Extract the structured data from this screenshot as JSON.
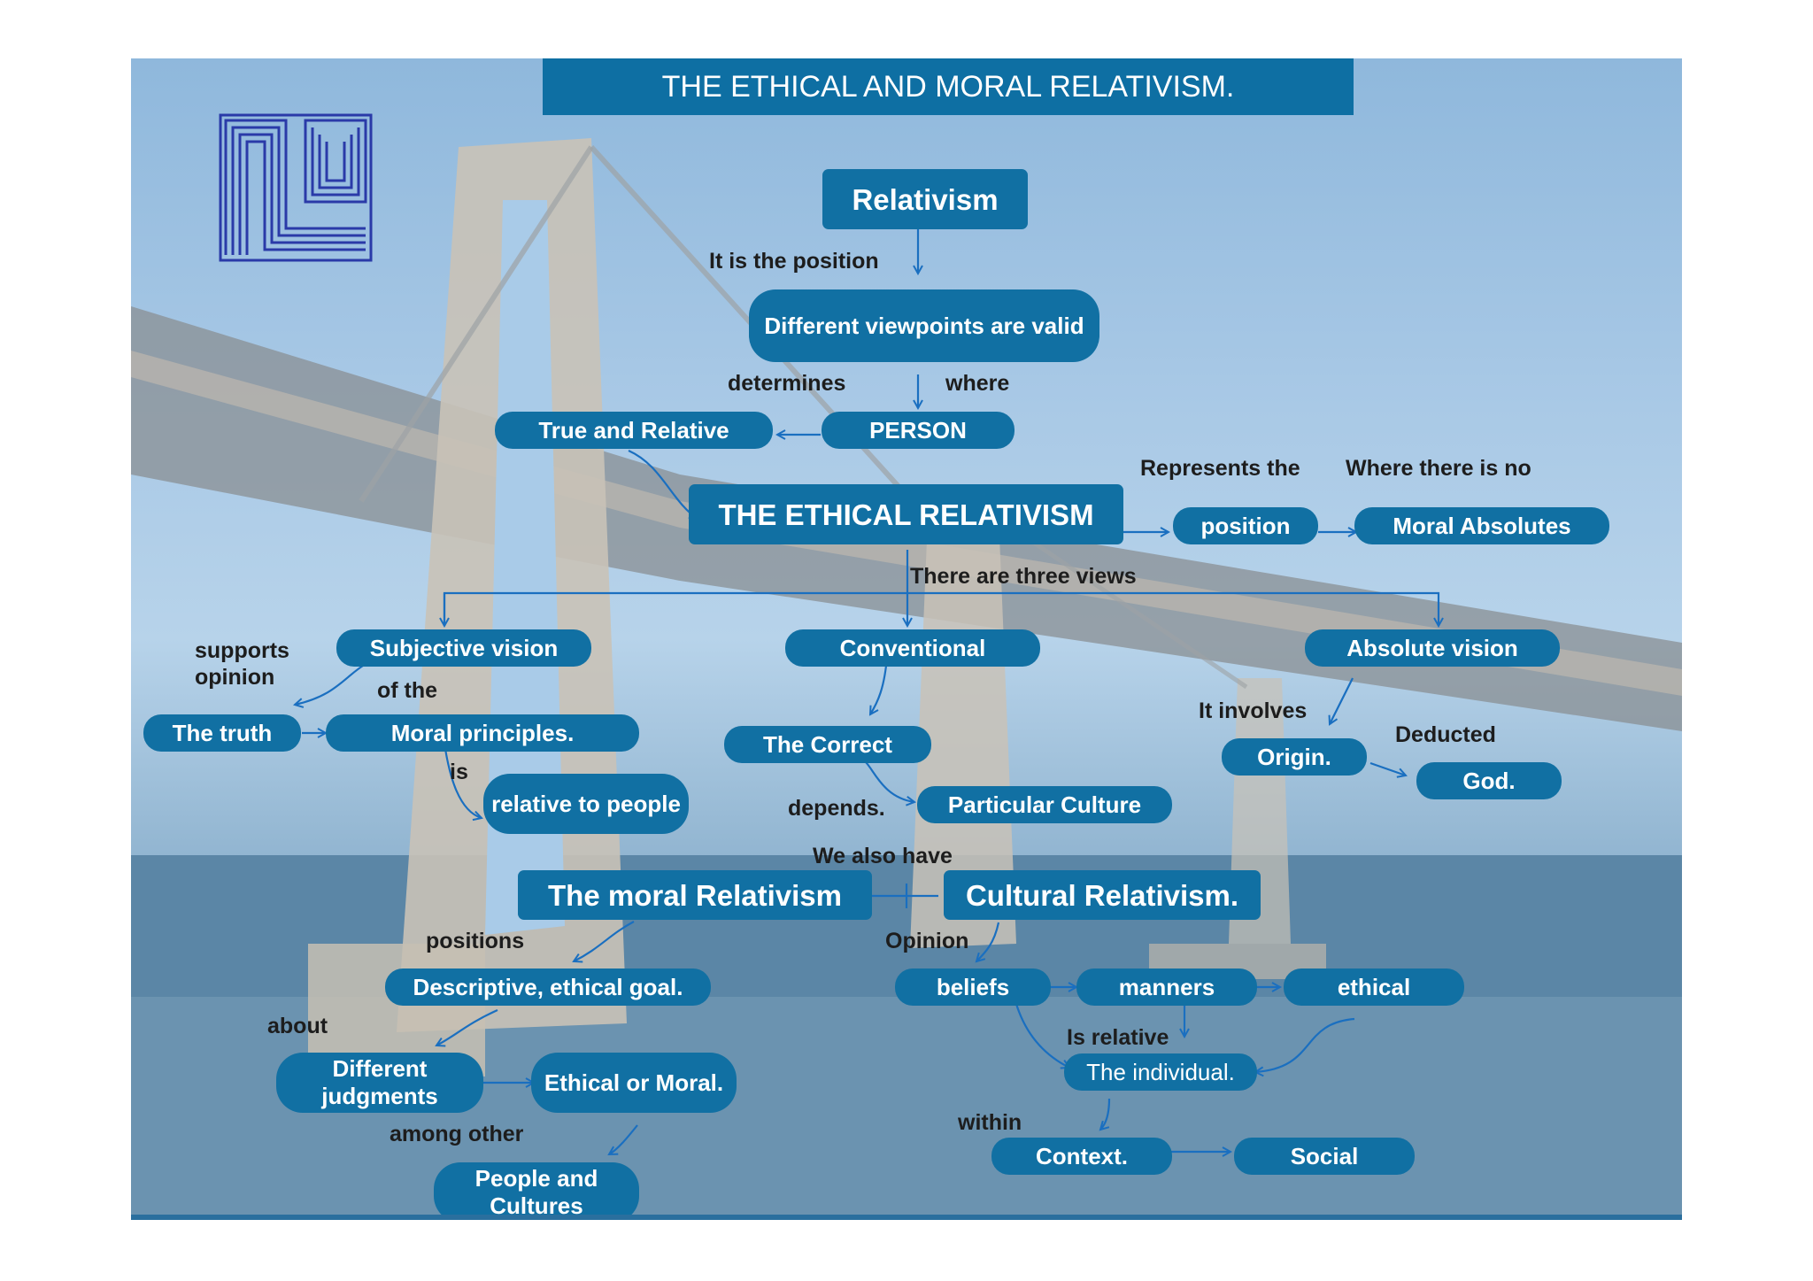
{
  "title": "THE ETHICAL AND MORAL RELATIVISM.",
  "logo": "university-logo-icon",
  "colors": {
    "node": "#1170a3",
    "title_bar": "#0e6fa3",
    "arrow": "#1a6fc0",
    "label_text": "#1d1d1d"
  },
  "nodes": {
    "relativism": "Relativism",
    "different_viewpoints": "Different viewpoints are valid",
    "person": "PERSON",
    "true_relative": "True and Relative",
    "ethical_relativism": "THE ETHICAL RELATIVISM",
    "position": "position",
    "moral_absolutes": "Moral Absolutes",
    "subjective_vision": "Subjective vision",
    "conventional": "Conventional",
    "absolute_vision": "Absolute vision",
    "the_truth": "The truth",
    "moral_principles": "Moral principles.",
    "relative_people": "relative to people",
    "the_correct": "The Correct",
    "particular_culture": "Particular Culture",
    "origin": "Origin.",
    "god": "God.",
    "moral_relativism": "The moral Relativism",
    "cultural_relativism": "Cultural Relativism.",
    "descriptive": "Descriptive, ethical goal.",
    "beliefs": "beliefs",
    "manners": "manners",
    "ethical": "ethical",
    "individual": "The individual.",
    "different_judgments": "Different judgments",
    "ethical_moral": "Ethical or Moral.",
    "people_cultures": "People and Cultures",
    "context": "Context.",
    "social": "Social"
  },
  "labels": {
    "it_is_position": "It is the position",
    "determines": "determines",
    "where": "where",
    "represents_the": "Represents the",
    "where_there_is_no": "Where there is no",
    "three_views": "There are three views",
    "supports_opinion": "supports opinion",
    "of_the": "of the",
    "is": "is",
    "it_involves": "It involves",
    "deducted": "Deducted",
    "depends": "depends.",
    "we_also_have": "We also have",
    "positions": "positions",
    "opinion": "Opinion",
    "about": "about",
    "is_relative": "Is relative",
    "among_other": "among other",
    "within": "within"
  }
}
